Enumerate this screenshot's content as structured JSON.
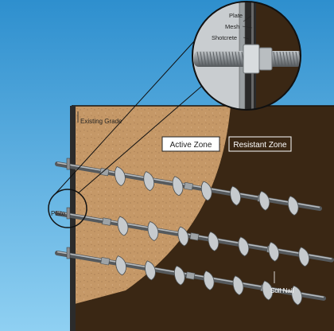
{
  "labels": {
    "plate_inset": "Plate",
    "mesh": "Mesh",
    "shotcrete": "Shotcrete",
    "existing_grade": "Existing Grade",
    "active_zone": "Active Zone",
    "resistant_zone": "Resistant Zone",
    "plate_wall": "Plate",
    "soil_nail": "Soil Nail"
  },
  "colors": {
    "sky_top": "#2e8fce",
    "sky_bottom": "#8fd0f2",
    "resistant_soil": "#3a2714",
    "active_soil": "#c59867",
    "wall": "#2b2b2b",
    "nail_steel": "#8a8f93",
    "helix_plate": "#c6cacd"
  },
  "icons": {
    "detail_callout": "magnifier-circle",
    "nail": "helical-soil-nail"
  }
}
